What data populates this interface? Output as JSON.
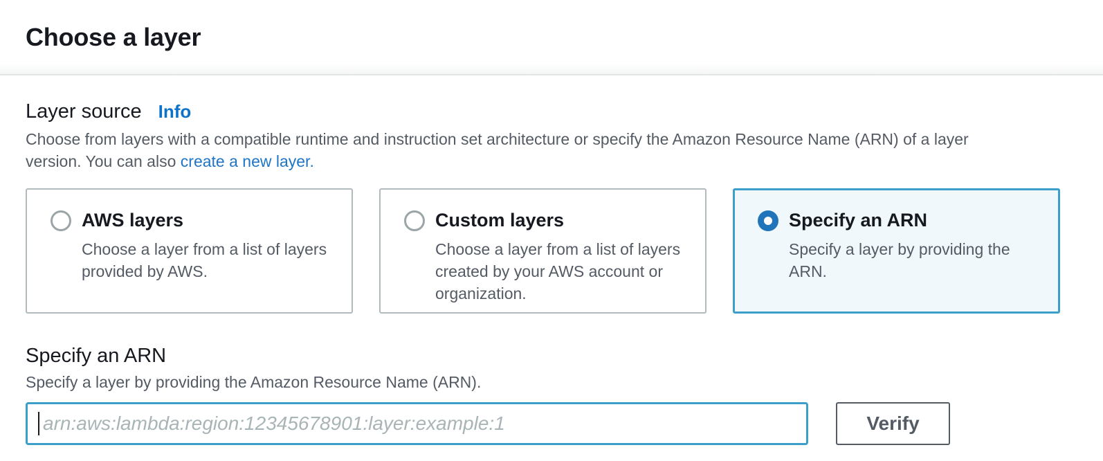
{
  "page": {
    "title": "Choose a layer"
  },
  "layer_source": {
    "label": "Layer source",
    "info_link": "Info",
    "description_line1": "Choose from layers with a compatible runtime and instruction set architecture or specify the Amazon Resource Name (ARN) of a layer",
    "description_line2_prefix": "version. You can also ",
    "create_layer_link": "create a new layer."
  },
  "cards": [
    {
      "title": "AWS layers",
      "description": "Choose a layer from a list of layers provided by AWS.",
      "selected": false
    },
    {
      "title": "Custom layers",
      "description": "Choose a layer from a list of layers created by your AWS account or organization.",
      "selected": false
    },
    {
      "title": "Specify an ARN",
      "description": "Specify a layer by providing the ARN.",
      "selected": true
    }
  ],
  "arn_section": {
    "label": "Specify an ARN",
    "description": "Specify a layer by providing the Amazon Resource Name (ARN).",
    "input_value": "",
    "input_placeholder": "arn:aws:lambda:region:12345678901:layer:example:1",
    "verify_button": "Verify"
  },
  "colors": {
    "text_primary": "#16191f",
    "text_secondary": "#545b64",
    "link_blue": "#1f75c8",
    "info_link_blue": "#0e72c8",
    "card_border": "#b1babc",
    "selected_card_border": "#3c9fc9",
    "selected_card_background": "#f1f8fc",
    "radio_selected_fill": "#2074ba",
    "input_focus_border": "#3c9fc9",
    "placeholder_gray": "#a9b4b6",
    "button_border": "#545b64",
    "header_divider": "#e2e5e5"
  }
}
